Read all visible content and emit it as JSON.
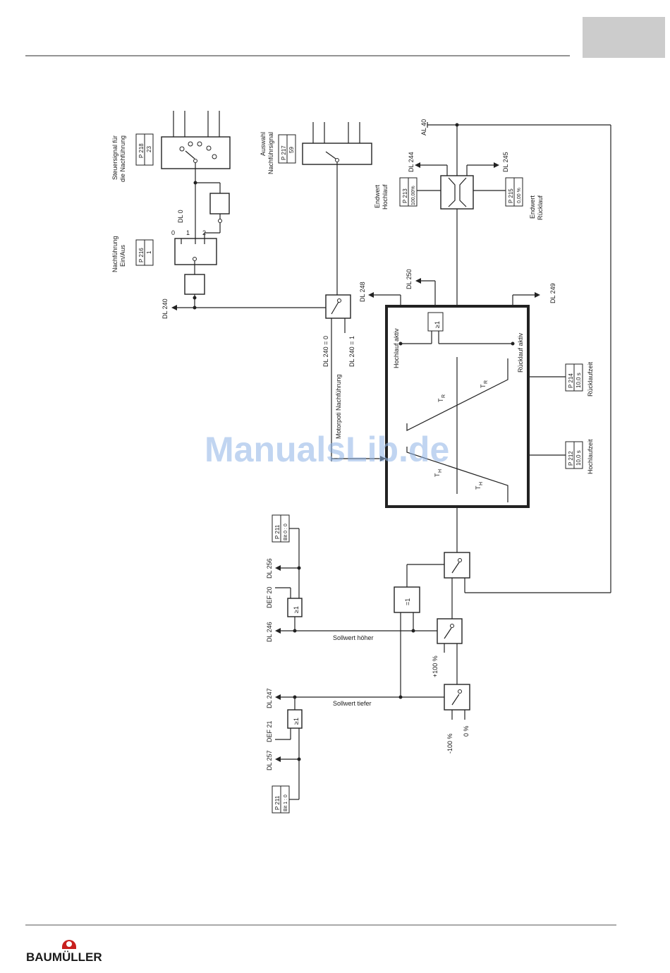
{
  "labels": {
    "steuersignal_1": "Steuersignal für",
    "steuersignal_2": "die Nachführung",
    "auswahl_1": "Auswahl",
    "auswahl_2": "Nachführsignal",
    "nachfuehrung_1": "Nachführung",
    "nachfuehrung_2": "Ein/Aus",
    "endwert_hoch_1": "Endwert",
    "endwert_hoch_2": "Hochlauf",
    "endwert_rueck_1": "Endwert",
    "endwert_rueck_2": "Rücklauf",
    "al40": "AL 40",
    "dl0": "DL 0",
    "pos0": "0",
    "pos1": "1",
    "pos2": "2",
    "dl240": "DL 240",
    "dl244": "DL 244",
    "dl245": "DL 245",
    "dl248": "DL 248",
    "dl250": "DL 250",
    "dl249": "DL 249",
    "dl240_0": "DL 240 = 0",
    "dl240_1": "DL 240 = 1",
    "motorpoti": "Motorpoti Nachführung",
    "hochlauf_aktiv": "Hochlauf aktiv",
    "ruecklauf_aktiv": "Rücklauf aktiv",
    "hochlaufzeit": "Hochlaufzeit",
    "ruecklaufzeit": "Rücklaufzeit",
    "dl256": "DL 256",
    "def20": "DEF 20",
    "dl246": "DL 246",
    "dl247": "DL 247",
    "def21": "DEF 21",
    "dl257": "DL 257",
    "sollwert_hoeher": "Sollwert höher",
    "sollwert_tiefer": "Sollwert tiefer",
    "plus100": "+100 %",
    "minus100": "-100 %",
    "zero_pct": "0 %",
    "ge1": "≥1",
    "eq1": "=1",
    "th": "T",
    "th_sub": "H",
    "tr": "T",
    "tr_sub": "R"
  },
  "params": {
    "p218": {
      "name": "P 218",
      "value": "23"
    },
    "p217": {
      "name": "P 217",
      "value": "59"
    },
    "p216": {
      "name": "P 216",
      "value": "1"
    },
    "p213": {
      "name": "P 213",
      "value": "100,00%"
    },
    "p215": {
      "name": "P 215",
      "value": "0,00 %"
    },
    "p214": {
      "name": "P 214",
      "value": "10,0 s"
    },
    "p212": {
      "name": "P 212",
      "value": "10,0 s"
    },
    "p211a": {
      "name": "P 211",
      "value": "Bit 0 : 0"
    },
    "p211b": {
      "name": "P 211",
      "value": "Bit 1 : 0"
    }
  },
  "watermark": "ManualsLib.de",
  "brand": "BAUMÜLLER",
  "colors": {
    "watermark": "#8fb4e6",
    "tab": "#cccccc",
    "rule": "#555555"
  }
}
